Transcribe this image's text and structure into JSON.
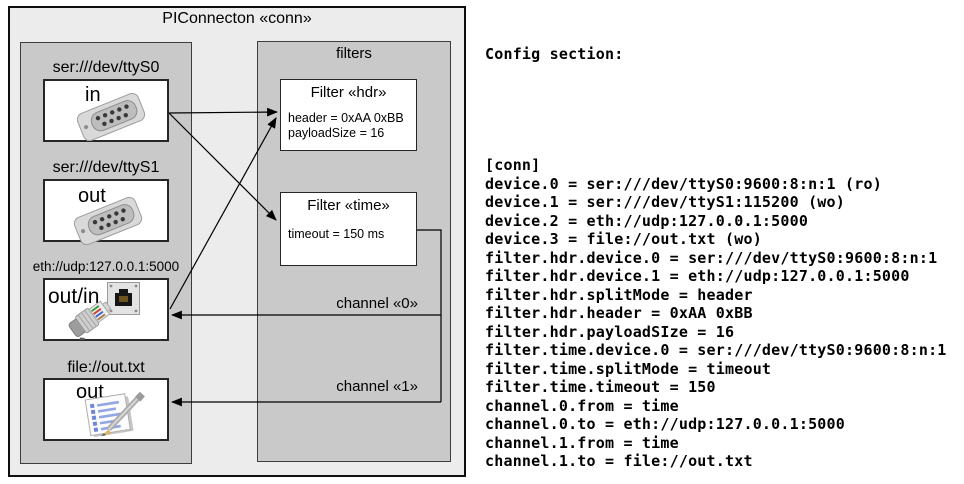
{
  "colors": {
    "outer_fill": "#ececec",
    "panel_fill": "#c9c9c9",
    "box_fill": "#ffffff",
    "border_dark": "#0e0e0e",
    "line_color": "#000000"
  },
  "diagram": {
    "title": "PIConnecton «conn»",
    "devices": [
      {
        "url": "ser:///dev/ttyS0",
        "mode": "in"
      },
      {
        "url": "ser:///dev/ttyS1",
        "mode": "out"
      },
      {
        "url": "eth://udp:127.0.0.1:5000",
        "mode": "out/in"
      },
      {
        "url": "file://out.txt",
        "mode": "out"
      }
    ],
    "filters_title": "filters",
    "filters": [
      {
        "title": "Filter «hdr»",
        "props": [
          "header = 0xAA 0xBB",
          "payloadSize = 16"
        ]
      },
      {
        "title": "Filter «time»",
        "props": [
          "timeout = 150 ms"
        ]
      }
    ],
    "channels": [
      "channel «0»",
      "channel «1»"
    ]
  },
  "config": {
    "heading": "Config section:",
    "lines": [
      "[conn]",
      "device.0 = ser:///dev/ttyS0:9600:8:n:1 (ro)",
      "device.1 = ser:///dev/ttyS1:115200 (wo)",
      "device.2 = eth://udp:127.0.0.1:5000",
      "device.3 = file://out.txt (wo)",
      "filter.hdr.device.0 = ser:///dev/ttyS0:9600:8:n:1",
      "filter.hdr.device.1 = eth://udp:127.0.0.1:5000",
      "filter.hdr.splitMode = header",
      "filter.hdr.header = 0xAA 0xBB",
      "filter.hdr.payloadSIze = 16",
      "filter.time.device.0 = ser:///dev/ttyS0:9600:8:n:1",
      "filter.time.splitMode = timeout",
      "filter.time.timeout = 150",
      "channel.0.from = time",
      "channel.0.to = eth://udp:127.0.0.1:5000",
      "channel.1.from = time",
      "channel.1.to = file://out.txt"
    ]
  }
}
